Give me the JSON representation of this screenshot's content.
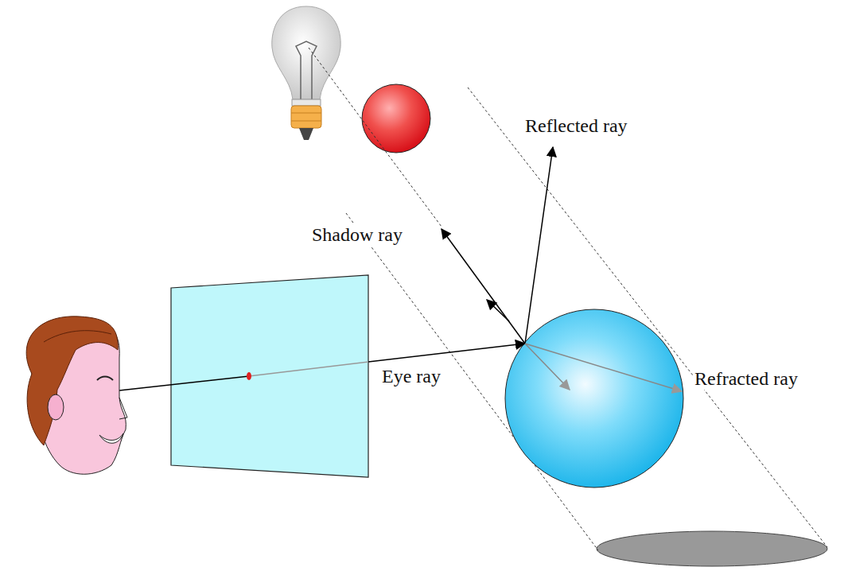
{
  "diagram": {
    "labels": [
      "Reflected ray",
      "Shadow ray",
      "Eye ray",
      "Refracted ray"
    ]
  }
}
